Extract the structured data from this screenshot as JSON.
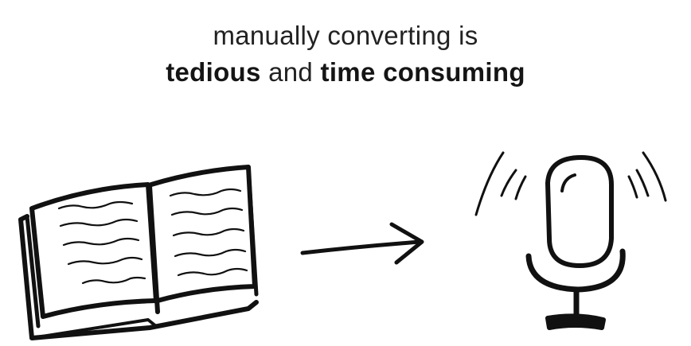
{
  "headline": {
    "line1": "manually converting is",
    "line2_strong_a": "tedious",
    "line2_plain": "and",
    "line2_strong_b": "time consuming"
  },
  "illustration": {
    "left_icon": "open-book-icon",
    "connector_icon": "arrow-right-icon",
    "right_icon": "microphone-icon",
    "ink_color": "#111111",
    "background_color": "#ffffff"
  }
}
